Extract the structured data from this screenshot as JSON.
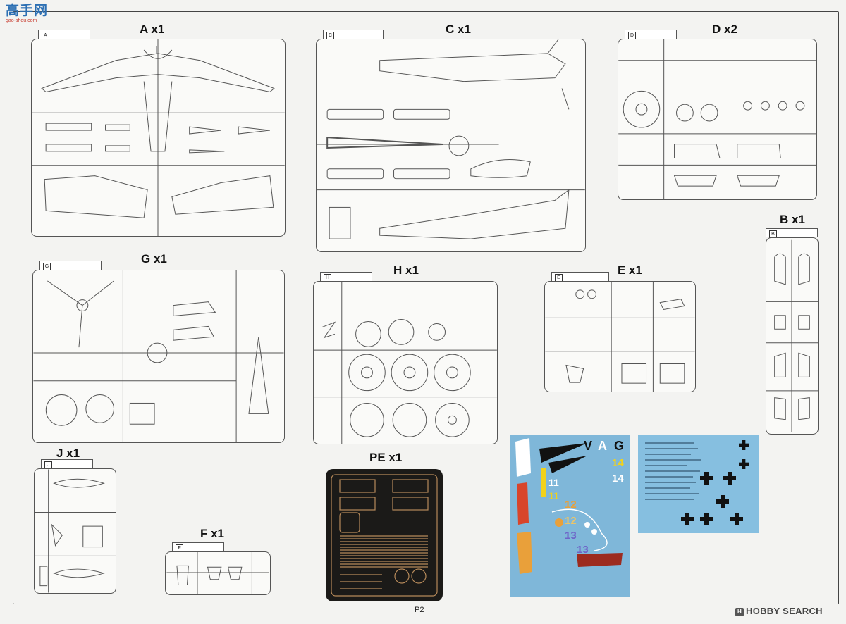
{
  "site_logo": {
    "hanzi": "高手网",
    "url": "gao-shou.com"
  },
  "sprues": [
    {
      "id": "A",
      "tab": "A",
      "title": "A x1"
    },
    {
      "id": "C",
      "tab": "C",
      "title": "C x1"
    },
    {
      "id": "D",
      "tab": "D",
      "title": "D x2"
    },
    {
      "id": "B",
      "tab": "B",
      "title": "B x1"
    },
    {
      "id": "G",
      "tab": "G",
      "title": "G x1"
    },
    {
      "id": "H",
      "tab": "H",
      "title": "H x1"
    },
    {
      "id": "E",
      "tab": "E",
      "title": "E x1"
    },
    {
      "id": "J",
      "tab": "J",
      "title": "J x1"
    },
    {
      "id": "F",
      "tab": "F",
      "title": "F x1"
    },
    {
      "id": "PE",
      "tab": "",
      "title": "PE x1"
    }
  ],
  "decals_left": {
    "marks": [
      "V",
      "A",
      "G",
      "14",
      "14",
      "11",
      "11",
      "12",
      "12",
      "13",
      "13"
    ],
    "colors": {
      "sheet": "#7fb7d9",
      "yellow": "#f2d21b",
      "red": "#d8452b",
      "orange": "#e9a03a",
      "purple": "#6e64c8",
      "darkred": "#9c2b1f"
    }
  },
  "decals_right": {
    "colors": {
      "sheet": "#86bfe0",
      "cross": "#111111"
    }
  },
  "page_number": "P2",
  "watermark": "HOBBY SEARCH"
}
